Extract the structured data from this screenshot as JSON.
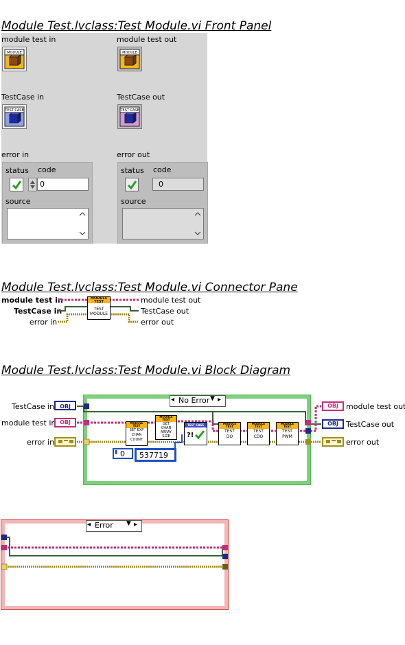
{
  "headings": {
    "front_panel": "Module Test.lvclass:Test Module.vi Front Panel",
    "connector_pane": "Module Test.lvclass:Test Module.vi Connector Pane",
    "block_diagram": "Module Test.lvclass:Test Module.vi Block Diagram"
  },
  "front_panel": {
    "module_test_in": "module test in",
    "module_test_out": "module test out",
    "testcase_in": "TestCase in",
    "testcase_out": "TestCase out",
    "error_in": "error in",
    "error_out": "error out",
    "module_icon_text": "MODULE\nTEST",
    "testcase_icon_text": "TEST CASE",
    "err_in": {
      "status_label": "status",
      "code_label": "code",
      "code_value": "0",
      "source_label": "source"
    },
    "err_out": {
      "status_label": "status",
      "code_label": "code",
      "code_value": "0",
      "source_label": "source"
    }
  },
  "connector_pane": {
    "left": [
      "module test in",
      "TestCase in",
      "error in"
    ],
    "right": [
      "module test out",
      "TestCase out",
      "error out"
    ],
    "icon_top": "MODULE TEST",
    "icon_line1": "TEST",
    "icon_line2": "MODULE"
  },
  "block_diagram": {
    "inputs": [
      "TestCase in",
      "module test in",
      "error in"
    ],
    "outputs": [
      "module test out",
      "TestCase out",
      "error out"
    ],
    "case_selector_main": "No Error",
    "case_selector_error": "Error",
    "obj_label": "OBJ",
    "constant_zero": "0",
    "constant_number": "537719",
    "subvis": [
      {
        "top": "MODULE TEST",
        "lines": [
          "SET EXP",
          "CHAN",
          "COUNT"
        ]
      },
      {
        "top": "MODULE TEST",
        "lines": [
          "GET",
          "CHAN",
          "ARRAY",
          "SIZE"
        ]
      },
      {
        "top": "TEST CASE",
        "lines": [
          "?!"
        ]
      },
      {
        "top": "MODULE TEST",
        "lines": [
          "TEST",
          "DO"
        ]
      },
      {
        "top": "MODULE TEST",
        "lines": [
          "TEST",
          "CDO"
        ]
      },
      {
        "top": "MODULE TEST",
        "lines": [
          "TEST",
          "PWM"
        ]
      }
    ]
  },
  "colors": {
    "class_wire": "#c0307a",
    "testcase_wire": "#3a5f3a",
    "error_wire": "#a08f1e",
    "case_green": "#4fb64f",
    "case_red": "#d04b4b",
    "module_icon": "#f7b517",
    "testcase_icon": "#3d50c8"
  }
}
